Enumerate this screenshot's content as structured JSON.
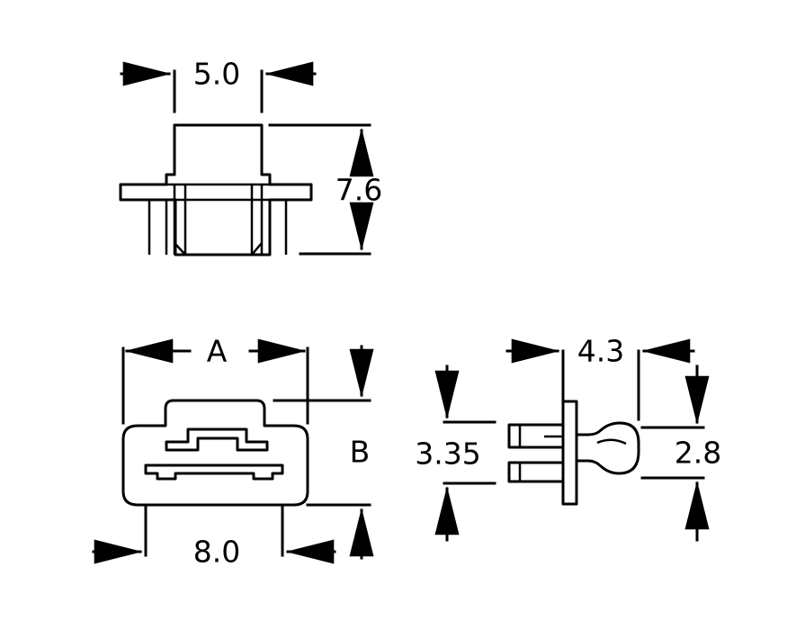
{
  "dimensions": {
    "top_width": "5.0",
    "top_height": "7.6",
    "front_width_a": "A",
    "front_height_b": "B",
    "front_bottom_width": "8.0",
    "side_width": "4.3",
    "side_height_left": "3.35",
    "side_height_right": "2.8"
  }
}
